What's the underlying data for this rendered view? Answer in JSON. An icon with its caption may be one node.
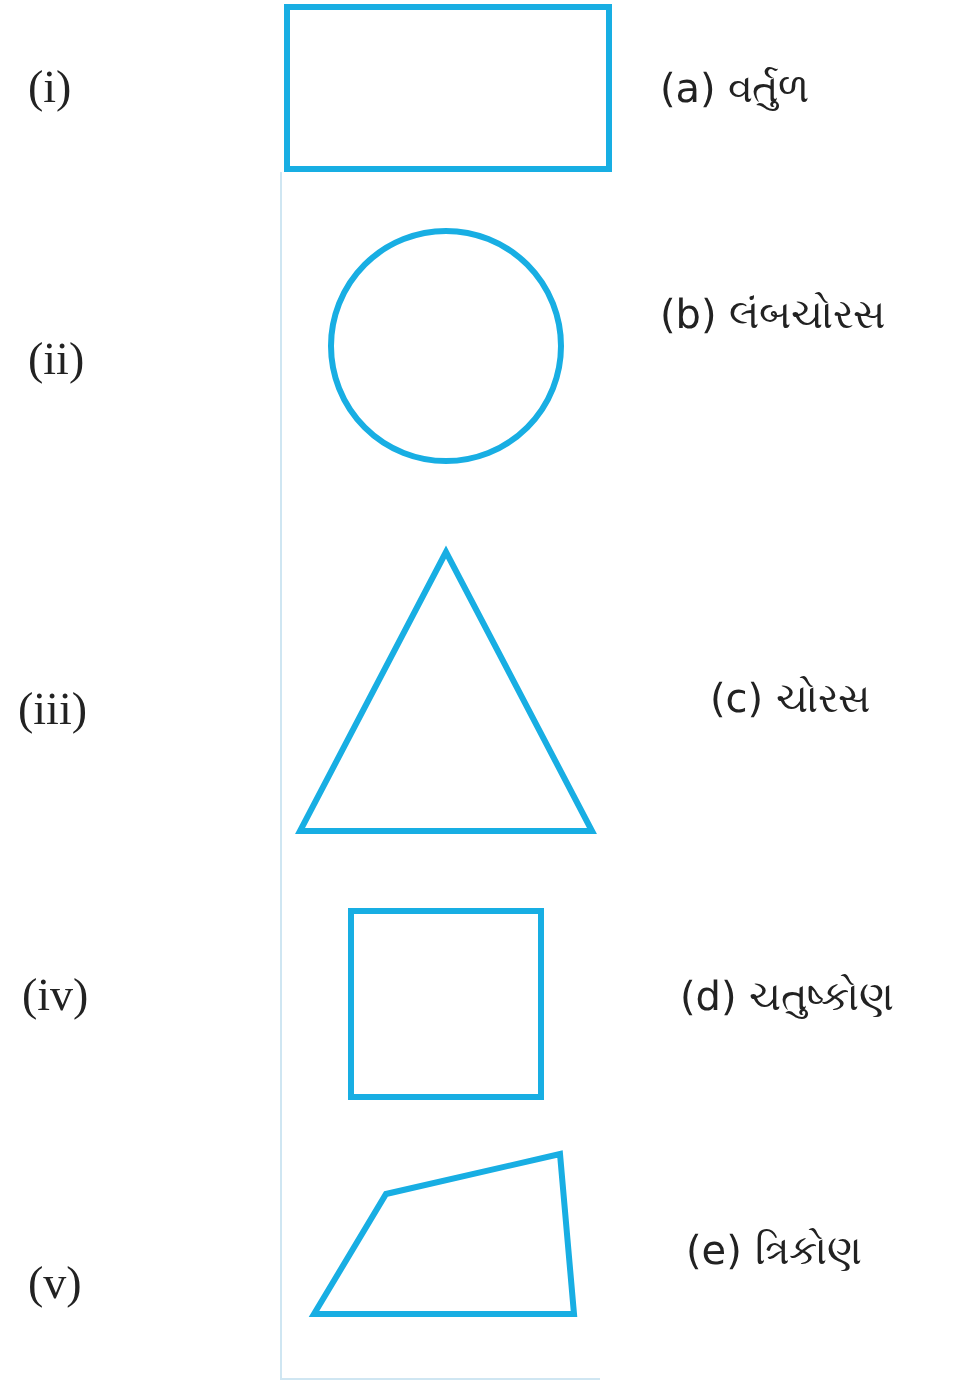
{
  "diagram": {
    "nodes": [
      {
        "text": [],
        "shape": "box"
      },
      {
        "text": [],
        "shape": "circle"
      },
      {
        "text": [],
        "shape": "triangle"
      },
      {
        "text": [],
        "shape": "square"
      },
      {
        "text": [],
        "shape": "quadrilateral"
      }
    ],
    "labels": [
      "(i)",
      "(a) વર્તુળ",
      "(ii)",
      "(b) લંબચોરસ",
      "(iii)",
      "(c) ચોરસ",
      "(iv)",
      "(d) ચતુષ્કોણ",
      "(v)",
      "(e) ત્રિકોણ"
    ]
  }
}
